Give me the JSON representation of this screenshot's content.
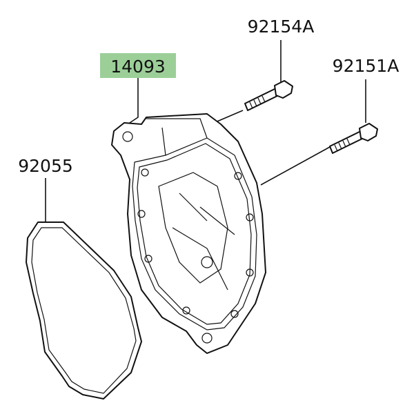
{
  "parts": {
    "cover": {
      "number": "14093",
      "highlighted": true
    },
    "bolt_upper": {
      "number": "92154A"
    },
    "bolt_lower": {
      "number": "92151A"
    },
    "gasket": {
      "number": "92055"
    }
  },
  "colors": {
    "highlight": "#9ccf98",
    "line": "#111111"
  }
}
